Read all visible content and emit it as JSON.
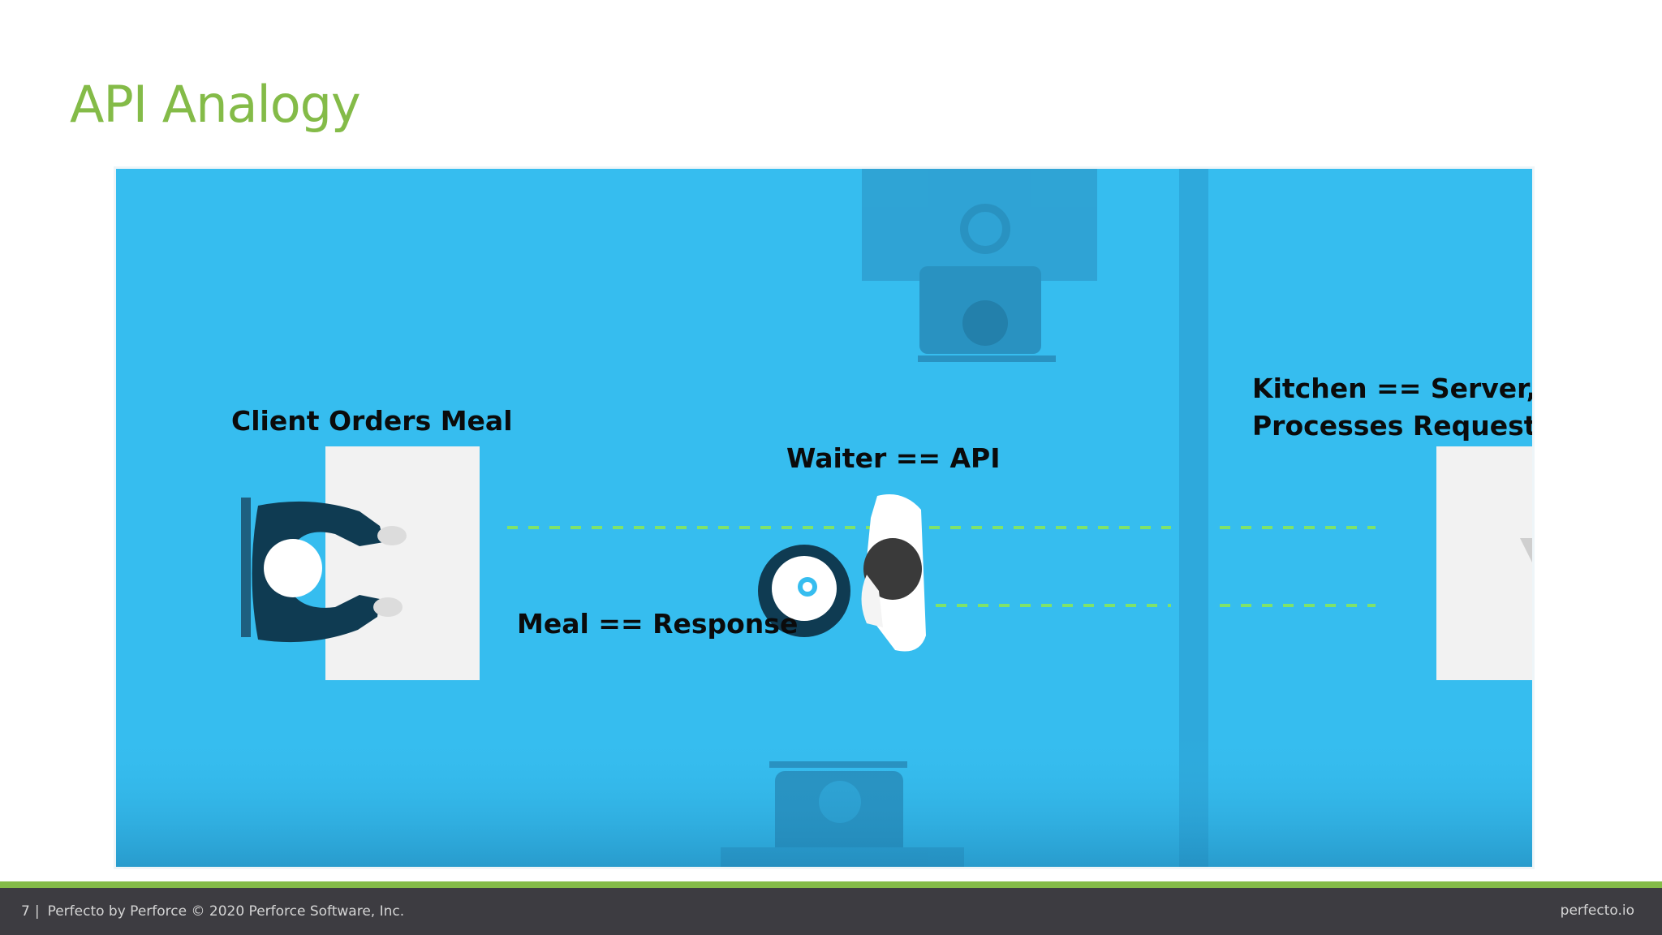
{
  "slide": {
    "title": "API Analogy"
  },
  "illustration": {
    "labels": {
      "client": "Client Orders Meal",
      "waiter": "Waiter == API",
      "meal": "Meal == Response",
      "kitchen_line1": "Kitchen == Server,",
      "kitchen_line2": "Processes Requests"
    },
    "icons": [
      "diner-icon",
      "waiter-icon",
      "plate-icon",
      "table-icon"
    ],
    "colors": {
      "background": "#36bdef",
      "wall": "#2ea9dc",
      "table": "#f2f2f2",
      "figure_dark": "#0f3b52",
      "dash_line": "#7fe36a"
    }
  },
  "footer": {
    "page_number": "7",
    "separator": "|",
    "copyright": "Perfecto by Perforce © 2020 Perforce Software, Inc.",
    "site": "perfecto.io"
  },
  "theme": {
    "accent": "#84bb48",
    "footer_bg": "#3d3c41"
  }
}
